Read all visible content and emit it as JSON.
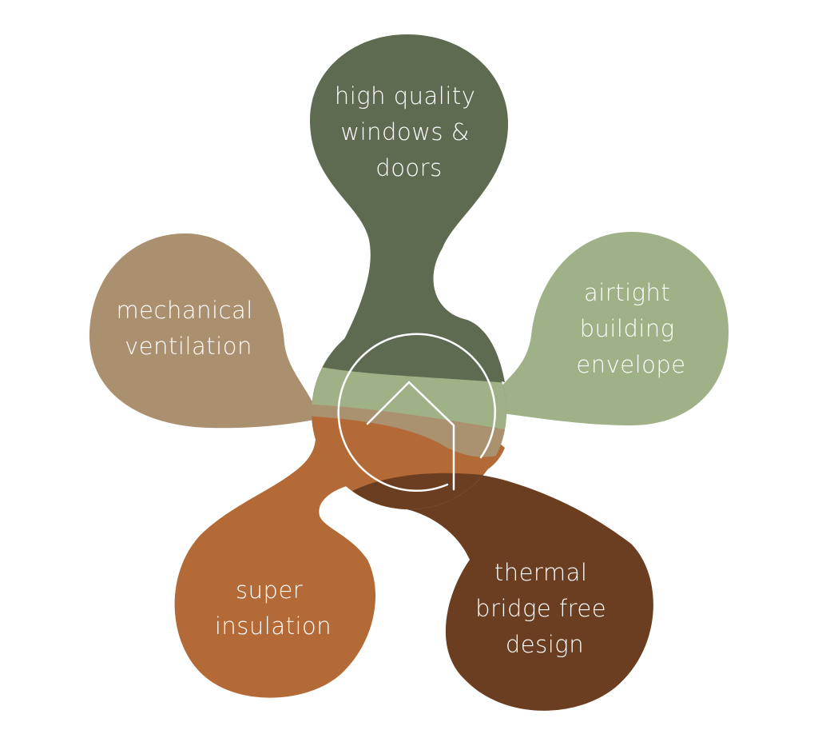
{
  "colors": {
    "windows": "#5e6b50",
    "airtight": "#a0b087",
    "ventilation": "#ab906f",
    "insulation": "#b36a37",
    "thermal": "#6c3e21",
    "text": "#ffffff",
    "stroke": "#ffffff"
  },
  "center_icon": "house-outline-icon",
  "petals": {
    "windows": {
      "line1": "high quality",
      "line2": "windows &",
      "line3": "doors"
    },
    "airtight": {
      "line1": "airtight",
      "line2": "building",
      "line3": "envelope"
    },
    "ventilation": {
      "line1": "mechanical",
      "line2": "ventilation"
    },
    "insulation": {
      "line1": "super",
      "line2": "insulation"
    },
    "thermal": {
      "line1": "thermal",
      "line2": "bridge free",
      "line3": "design"
    }
  }
}
